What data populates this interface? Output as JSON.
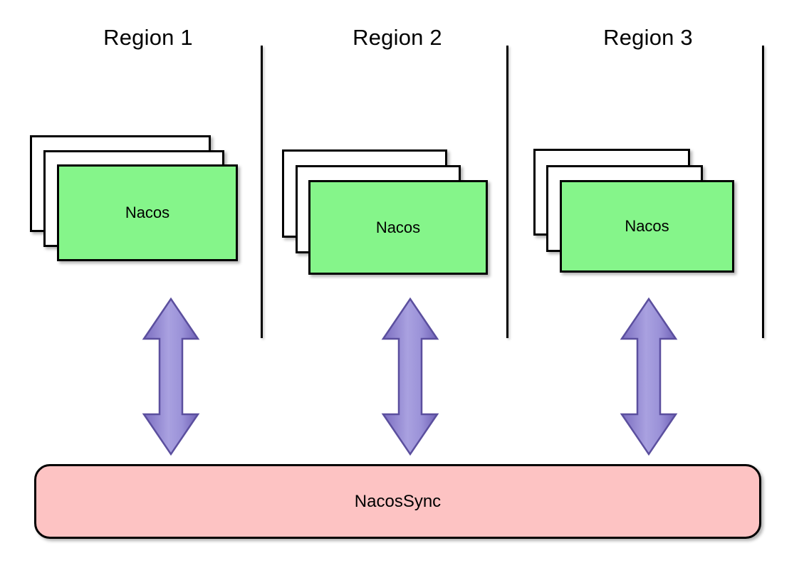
{
  "diagram": {
    "title": "NacosSync multi-region synchronization",
    "background": "#ffffff",
    "colors": {
      "card_fill": "#85f58a",
      "card_back_fill": "#ffffff",
      "card_border": "#000000",
      "arrow_fill_light": "#a8a0de",
      "arrow_fill_dark": "#7b6dc0",
      "arrow_border": "#5b4f9e",
      "sync_fill": "#fdc3c3",
      "sync_border": "#000000",
      "divider": "#000000",
      "text": "#000000"
    }
  },
  "regions": [
    {
      "title": "Region 1",
      "node_label": "Nacos",
      "stack_count": 3,
      "arrow_label": "bidirectional-sync"
    },
    {
      "title": "Region 2",
      "node_label": "Nacos",
      "stack_count": 3,
      "arrow_label": "bidirectional-sync"
    },
    {
      "title": "Region 3",
      "node_label": "Nacos",
      "stack_count": 3,
      "arrow_label": "bidirectional-sync"
    }
  ],
  "sync": {
    "label": "NacosSync"
  },
  "dividers": [
    {
      "name": "divider-1"
    },
    {
      "name": "divider-2"
    },
    {
      "name": "divider-3"
    }
  ]
}
